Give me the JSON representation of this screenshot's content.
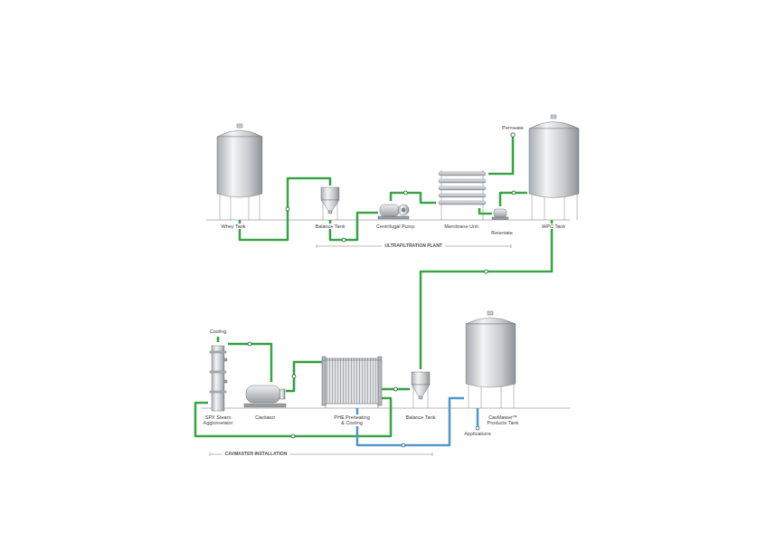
{
  "diagram": {
    "nodes": [
      {
        "text": [
          "Whey Tank"
        ]
      },
      {
        "text": [
          "Balance Tank"
        ]
      },
      {
        "text": [
          "Centrifugal Pump"
        ]
      },
      {
        "text": [
          "Membrane Unit"
        ]
      },
      {
        "text": [
          "Retentate"
        ]
      },
      {
        "text": [
          "WPC Tank"
        ]
      },
      {
        "text": [
          "SPX Steam Agglomerator"
        ]
      },
      {
        "text": [
          "Cavitator"
        ]
      },
      {
        "text": [
          "PHE Preheating & Cooling"
        ]
      },
      {
        "text": [
          "Balance Tank"
        ]
      },
      {
        "text": [
          "CavMaster™ Products Tank"
        ]
      }
    ],
    "edges": [
      {
        "from": 0,
        "to": 1,
        "arrow": "none"
      },
      {
        "from": 1,
        "to": 2,
        "arrow": "none"
      },
      {
        "from": 2,
        "to": 3,
        "arrow": "none"
      },
      {
        "from": 3,
        "to": 4,
        "arrow": "none"
      },
      {
        "from": 4,
        "to": 5,
        "arrow": "none"
      },
      {
        "from": 5,
        "to": 9,
        "arrow": "none"
      },
      {
        "from": 9,
        "to": 8,
        "arrow": "none"
      },
      {
        "from": 8,
        "to": 7,
        "arrow": "none"
      },
      {
        "from": 7,
        "to": 6,
        "arrow": "none"
      },
      {
        "from": 6,
        "to": 8,
        "arrow": "none"
      },
      {
        "from": 8,
        "to": 10,
        "arrow": "none"
      }
    ],
    "labels": [
      "Permeate",
      "ULTRAFILTRATION PLANT",
      "Cooling",
      "Applications",
      "CAVMASTER INSTALLATION"
    ]
  }
}
